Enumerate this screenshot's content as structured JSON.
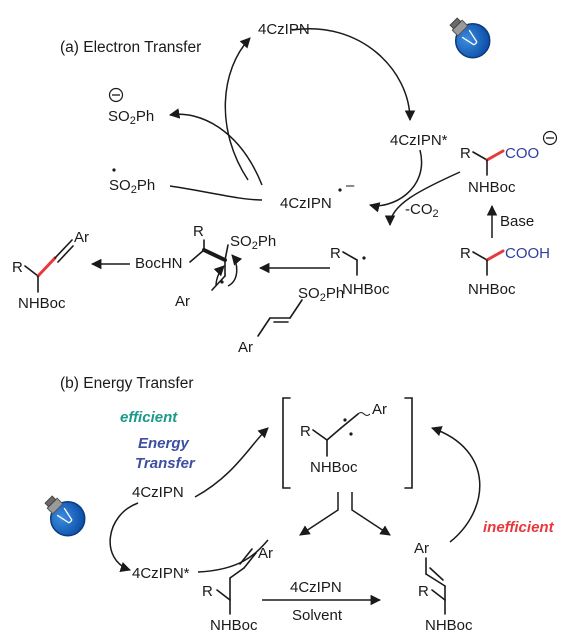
{
  "panel_a": {
    "title": "(a) Electron Transfer",
    "catalyst_ground": "4CzIPN",
    "catalyst_excited": "4CzIPN*",
    "catalyst_radical_anion": "4CzIPN",
    "minus_sign": "–",
    "sulfinate": "SO2Ph",
    "sulfonyl_radical": "SO2Ph",
    "decarboxylation": "-CO2",
    "base": "Base",
    "carboxylate": "COO",
    "carboxylic_acid": "COOH",
    "r": "R",
    "nhboc": "NHBoc",
    "bochn": "BocHN",
    "ar": "Ar",
    "vinyl_sulfone_group": "SO2Ph",
    "colors": {
      "red_bond": "#e8383b",
      "blue_text": "#2e3f9e"
    }
  },
  "panel_b": {
    "title": "(b) Energy Transfer",
    "efficient": "efficient",
    "energy": "Energy",
    "transfer": "Transfer",
    "inefficient": "inefficient",
    "catalyst_ground": "4CzIPN",
    "catalyst_excited": "4CzIPN*",
    "conditions_top": "4CzIPN",
    "conditions_bottom": "Solvent",
    "r": "R",
    "nhboc": "NHBoc",
    "ar": "Ar",
    "colors": {
      "teal": "#1a9a8a",
      "indigo": "#3c4fa3",
      "red": "#e8383b"
    }
  }
}
